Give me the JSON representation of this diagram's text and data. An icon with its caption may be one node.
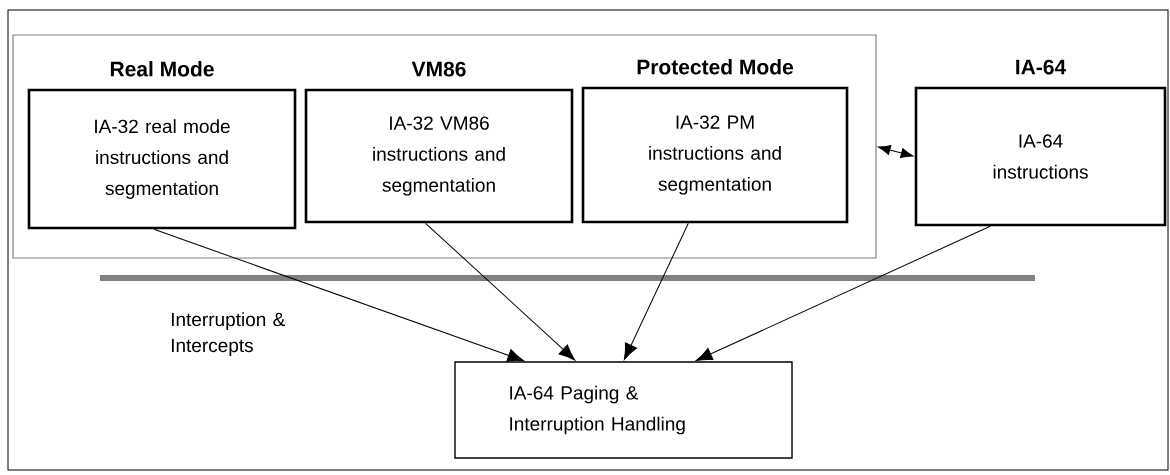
{
  "diagram": {
    "nodes": [
      {
        "text": [],
        "shape": "box"
      },
      {
        "text": [
          "Real Mode",
          "IA-32 real mode instructions and segmentation"
        ],
        "in": 0
      },
      {
        "text": [
          "VM86",
          "IA-32 VM86 instructions and segmentation"
        ],
        "in": 0
      },
      {
        "text": [
          "Protected Mode",
          "IA-32 PM instructions and segmentation"
        ],
        "in": 0
      },
      {
        "text": [
          "IA-64",
          "IA-64 instructions"
        ]
      },
      {
        "text": [
          "IA-64 Paging & Interruption Handling"
        ]
      }
    ],
    "edges": [
      {
        "from": 1,
        "to": 5,
        "arrow": "to"
      },
      {
        "from": 2,
        "to": 5,
        "arrow": "to"
      },
      {
        "from": 3,
        "to": 5,
        "arrow": "to"
      },
      {
        "from": 4,
        "to": 5,
        "arrow": "to"
      },
      {
        "from": 0,
        "to": 4,
        "arrow": "both"
      }
    ],
    "labels": [
      "Interruption & Intercepts"
    ]
  }
}
